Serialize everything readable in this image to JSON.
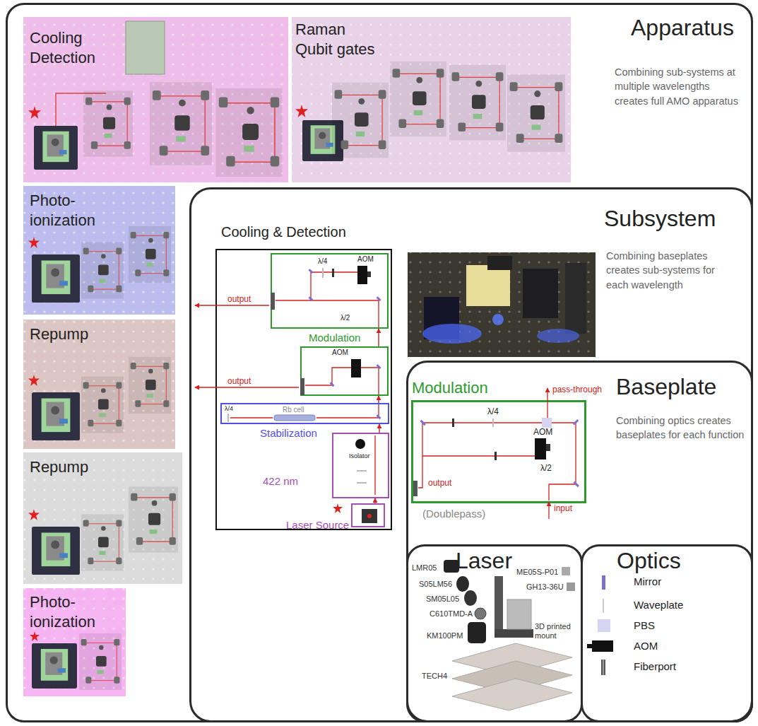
{
  "diagram": {
    "nodes": [
      {
        "text": [
          "Apparatus",
          "Combining sub-systems at multiple wavelengths creates full AMO apparatus"
        ]
      },
      {
        "text": [
          "Cooling Detection"
        ],
        "in": 0
      },
      {
        "text": [
          "Raman Qubit gates"
        ],
        "in": 0
      },
      {
        "text": [
          "Photo-ionization"
        ],
        "in": 0
      },
      {
        "text": [
          "Repump"
        ],
        "in": 0
      },
      {
        "text": [
          "Repump"
        ],
        "in": 0
      },
      {
        "text": [
          "Photo-ionization"
        ],
        "in": 0
      },
      {
        "text": [
          "Subsystem",
          "Combining baseplates creates sub-systems for each wavelength"
        ],
        "in": 0
      },
      {
        "text": [
          "Cooling & Detection"
        ],
        "in": 7
      },
      {
        "text": [
          "λ/4",
          "AOM",
          "λ/2"
        ],
        "in": 8
      },
      {
        "text": [
          "Modulation",
          "AOM"
        ],
        "in": 8
      },
      {
        "text": [
          "λ/4",
          "Rb cell",
          "Stabilization"
        ],
        "in": 8
      },
      {
        "text": [
          "Isolator",
          "422 nm"
        ],
        "in": 8
      },
      {
        "text": [
          "Laser Source"
        ],
        "in": 8
      },
      {
        "text": [
          "Baseplate",
          "Combining optics creates baseplates for each function"
        ],
        "in": 7
      },
      {
        "text": [
          "Modulation",
          "λ/4",
          "AOM",
          "λ/2",
          "(Doublepass)"
        ],
        "in": 14
      },
      {
        "text": [
          "Laser"
        ],
        "in": 14
      },
      {
        "text": [
          "Optics"
        ],
        "in": 14
      }
    ],
    "edges": [
      {
        "from": 13,
        "to": 12,
        "arrow": "to"
      },
      {
        "from": 12,
        "to": 11,
        "arrow": "to"
      },
      {
        "from": 11,
        "to": 10,
        "arrow": "to"
      },
      {
        "from": 10,
        "to": 9,
        "arrow": "to"
      }
    ],
    "labels": [
      "output",
      "output",
      "pass-through",
      "input",
      "output",
      "LMR05",
      "S05LM56",
      "SM05L05",
      "C610TMD-A",
      "KM100PM",
      "TECH4",
      "ME05S-P01",
      "GH13-36U",
      "3D printed mount"
    ],
    "legend": [
      {
        "text": "Mirror"
      },
      {
        "text": "Waveplate"
      },
      {
        "text": "PBS"
      },
      {
        "text": "AOM"
      },
      {
        "text": "Fiberport"
      }
    ]
  }
}
